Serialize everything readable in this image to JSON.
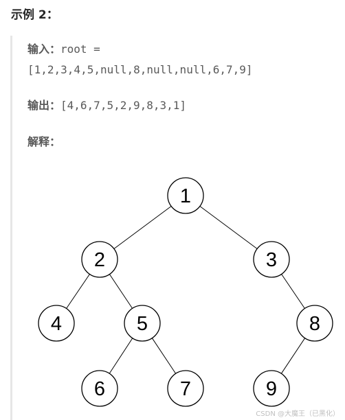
{
  "heading": "示例 2：",
  "input": {
    "label": "输入：",
    "line1": "root =",
    "line2": "[1,2,3,4,5,null,8,null,null,6,7,9]"
  },
  "output": {
    "label": "输出：",
    "value": "[4,6,7,5,2,9,8,3,1]"
  },
  "explanation": {
    "label": "解释："
  },
  "tree": {
    "nodes": [
      {
        "id": "n1",
        "label": "1"
      },
      {
        "id": "n2",
        "label": "2"
      },
      {
        "id": "n3",
        "label": "3"
      },
      {
        "id": "n4",
        "label": "4"
      },
      {
        "id": "n5",
        "label": "5"
      },
      {
        "id": "n8",
        "label": "8"
      },
      {
        "id": "n6",
        "label": "6"
      },
      {
        "id": "n7",
        "label": "7"
      },
      {
        "id": "n9",
        "label": "9"
      }
    ],
    "edges": [
      [
        "n1",
        "n2"
      ],
      [
        "n1",
        "n3"
      ],
      [
        "n2",
        "n4"
      ],
      [
        "n2",
        "n5"
      ],
      [
        "n3",
        "n8"
      ],
      [
        "n5",
        "n6"
      ],
      [
        "n5",
        "n7"
      ],
      [
        "n8",
        "n9"
      ]
    ]
  },
  "watermark": "CSDN @大魔王（已黑化）"
}
